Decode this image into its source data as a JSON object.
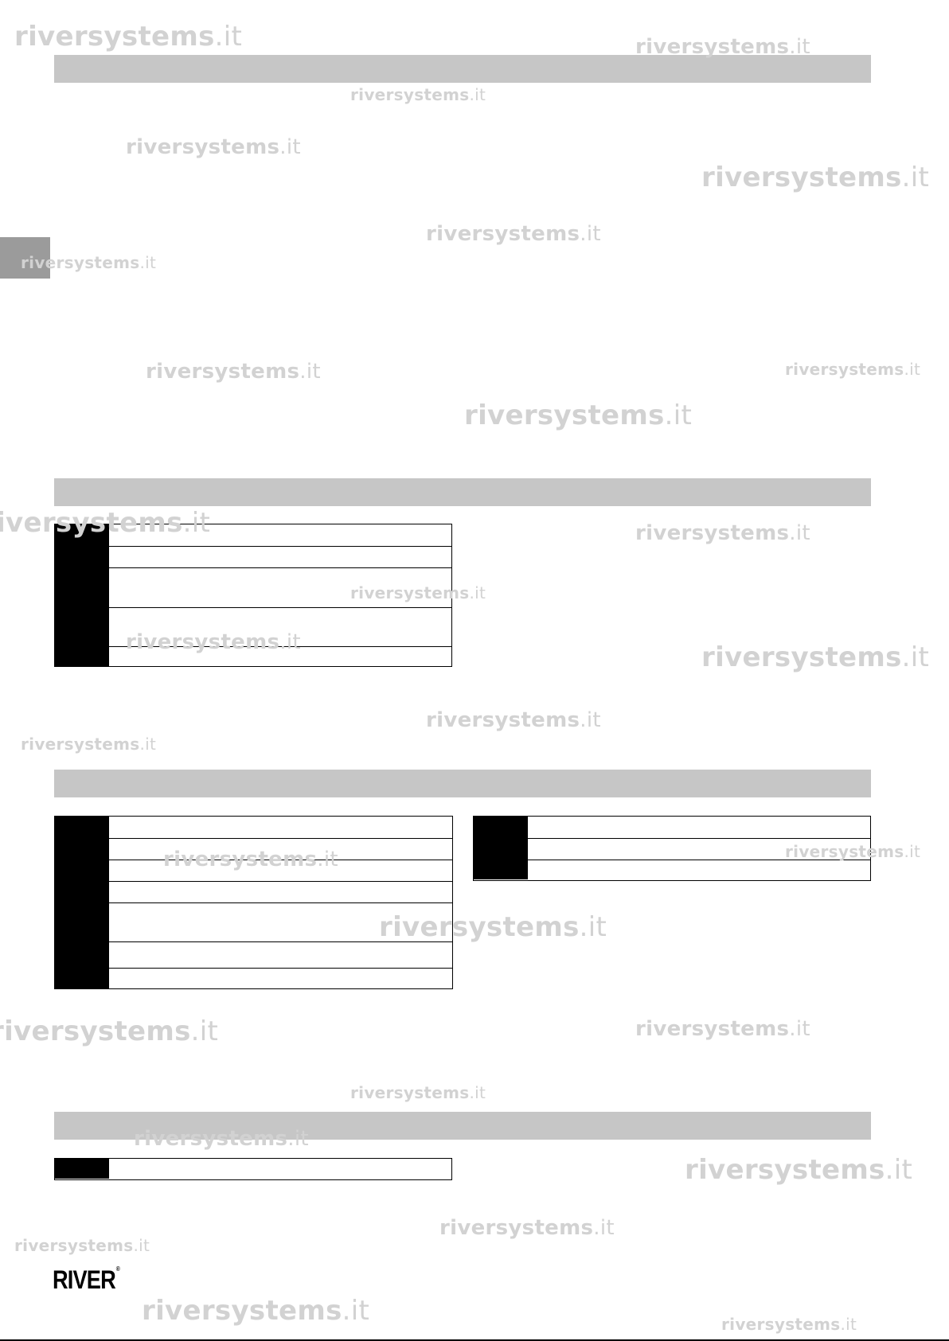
{
  "logo": {
    "text": "RIVER",
    "registered": "®"
  },
  "watermark": {
    "domain": "riversystems",
    "tld": ".it"
  }
}
